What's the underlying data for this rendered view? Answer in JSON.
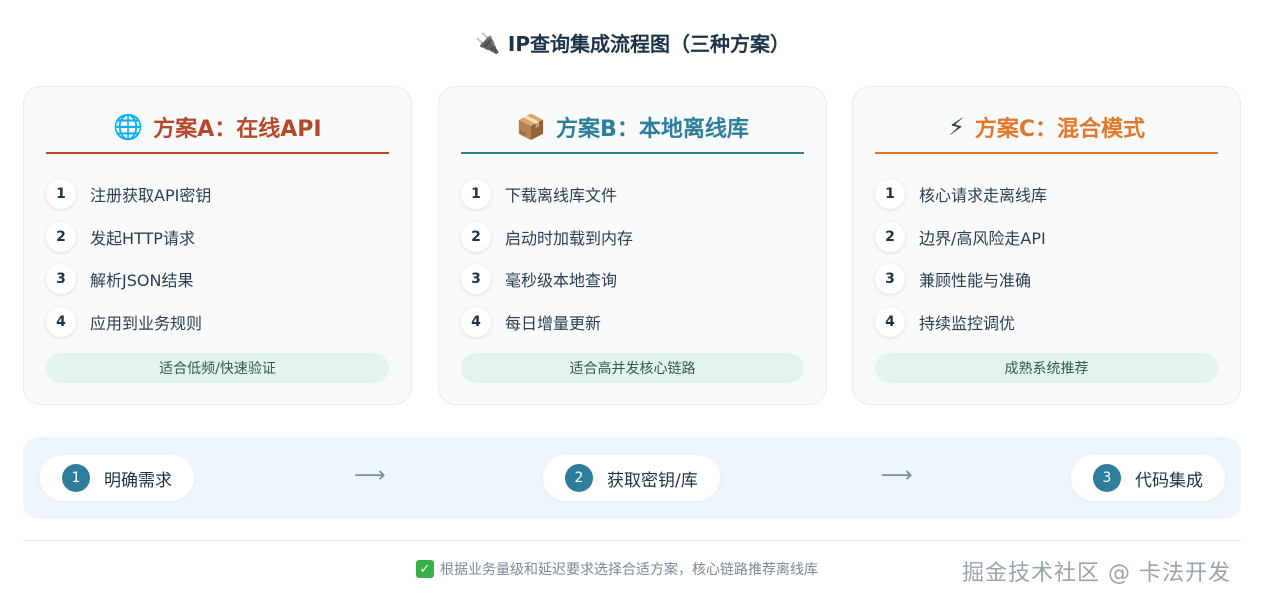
{
  "title": {
    "icon": "🔌",
    "text": "IP查询集成流程图（三种方案）"
  },
  "cards": [
    {
      "emoji": "🌐",
      "icon_name": "globe-icon",
      "title": "方案A：在线API",
      "color": "#b5482a",
      "steps": [
        "注册获取API密钥",
        "发起HTTP请求",
        "解析JSON结果",
        "应用到业务规则"
      ],
      "numbers": [
        "1",
        "2",
        "3",
        "4"
      ],
      "tag": "适合低频/快速验证"
    },
    {
      "emoji": "📦",
      "icon_name": "package-icon",
      "title": "方案B：本地离线库",
      "color": "#2e7d9b",
      "steps": [
        "下载离线库文件",
        "启动时加载到内存",
        "毫秒级本地查询",
        "每日增量更新"
      ],
      "numbers": [
        "1",
        "2",
        "3",
        "4"
      ],
      "tag": "适合高并发核心链路"
    },
    {
      "emoji": "⚡",
      "icon_name": "lightning-icon",
      "title": "方案C：混合模式",
      "color": "#e0782a",
      "steps": [
        "核心请求走离线库",
        "边界/高风险走API",
        "兼顾性能与准确",
        "持续监控调优"
      ],
      "numbers": [
        "1",
        "2",
        "3",
        "4"
      ],
      "tag": "成熟系统推荐"
    }
  ],
  "flow": {
    "steps": [
      {
        "num": "1",
        "label": "明确需求"
      },
      {
        "num": "2",
        "label": "获取密钥/库"
      },
      {
        "num": "3",
        "label": "代码集成"
      }
    ],
    "arrow": "⟶"
  },
  "footer": {
    "check": "✓",
    "text": "根据业务量级和延迟要求选择合适方案，核心链路推荐离线库"
  },
  "watermark": "掘金技术社区 @ 卡法开发"
}
